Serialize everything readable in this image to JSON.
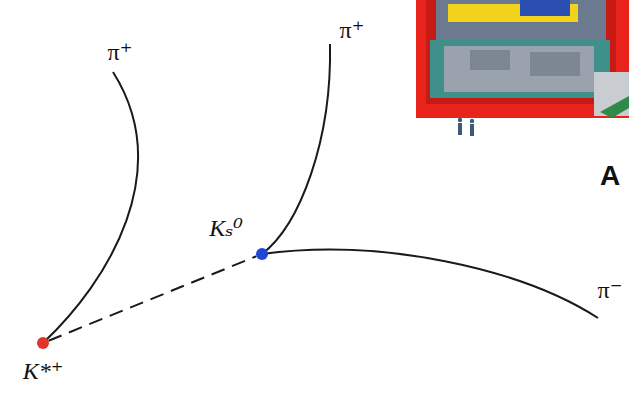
{
  "diagram": {
    "nodes": [
      {
        "text": [
          "K*⁺"
        ]
      },
      {
        "text": [
          "Kₛ⁰"
        ]
      }
    ],
    "edges": [
      {
        "from": 0,
        "to": 1,
        "arrow": "none"
      }
    ],
    "labels": [
      "π⁺",
      "π⁺",
      "π⁻",
      "A"
    ]
  }
}
